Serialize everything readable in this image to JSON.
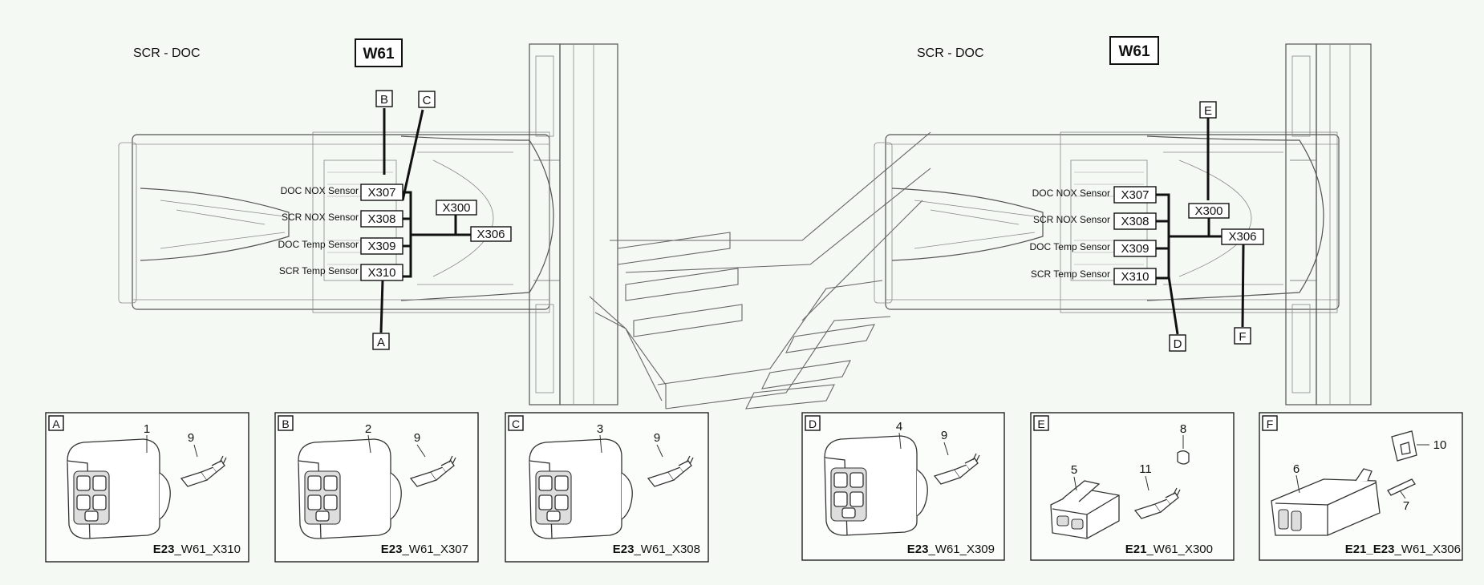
{
  "panels": [
    {
      "title": "SCR - DOC",
      "harness": "W61",
      "sensor_labels": [
        "DOC NOX Sensor",
        "SCR NOX Sensor",
        "DOC Temp Sensor",
        "SCR Temp Sensor"
      ],
      "connectors": [
        "X307",
        "X308",
        "X309",
        "X310"
      ],
      "junctions": [
        "X300",
        "X306"
      ],
      "callouts": [
        "A",
        "B",
        "C"
      ]
    },
    {
      "title": "SCR - DOC",
      "harness": "W61",
      "sensor_labels": [
        "DOC NOX Sensor",
        "SCR NOX Sensor",
        "DOC Temp Sensor",
        "SCR Temp Sensor"
      ],
      "connectors": [
        "X307",
        "X308",
        "X309",
        "X310"
      ],
      "junctions": [
        "X300",
        "X306"
      ],
      "callouts": [
        "D",
        "E",
        "F"
      ]
    }
  ],
  "details": [
    {
      "letter": "A",
      "parts": [
        "1",
        "9"
      ],
      "caption_bold": "E23",
      "caption_rest": "_W61_X310"
    },
    {
      "letter": "B",
      "parts": [
        "2",
        "9"
      ],
      "caption_bold": "E23",
      "caption_rest": "_W61_X307"
    },
    {
      "letter": "C",
      "parts": [
        "3",
        "9"
      ],
      "caption_bold": "E23",
      "caption_rest": "_W61_X308"
    },
    {
      "letter": "D",
      "parts": [
        "4",
        "9"
      ],
      "caption_bold": "E23",
      "caption_rest": "_W61_X309"
    },
    {
      "letter": "E",
      "parts": [
        "8",
        "5",
        "11"
      ],
      "caption_bold": "E21",
      "caption_rest": "_W61_X300"
    },
    {
      "letter": "F",
      "parts": [
        "10",
        "6",
        "7"
      ],
      "caption_bold": "E21_E23",
      "caption_rest": "_W61_X306"
    }
  ]
}
